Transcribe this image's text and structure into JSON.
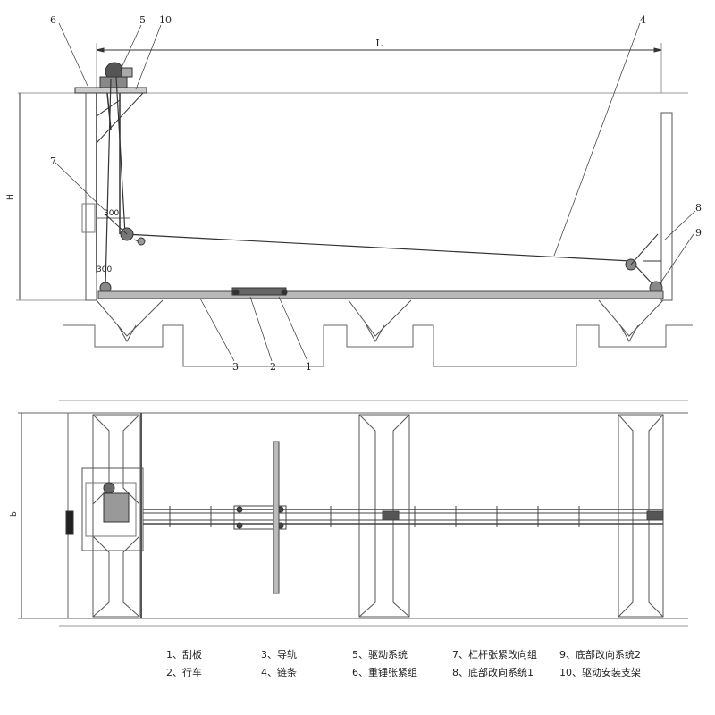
{
  "dimensions": {
    "length": "L",
    "height": "H",
    "width": "b",
    "spacing_upper": "300",
    "spacing_lower": "300"
  },
  "callouts": [
    "1",
    "2",
    "3",
    "4",
    "5",
    "6",
    "7",
    "8",
    "9",
    "10"
  ],
  "legend": [
    "1、刮板",
    "3、导轨",
    "5、驱动系统",
    "7、杠杆张紧改向组",
    "9、底部改向系统2",
    "2、行车",
    "4、链条",
    "6、重锤张紧组",
    "8、底部改向系统1",
    "10、驱动安装支架"
  ]
}
